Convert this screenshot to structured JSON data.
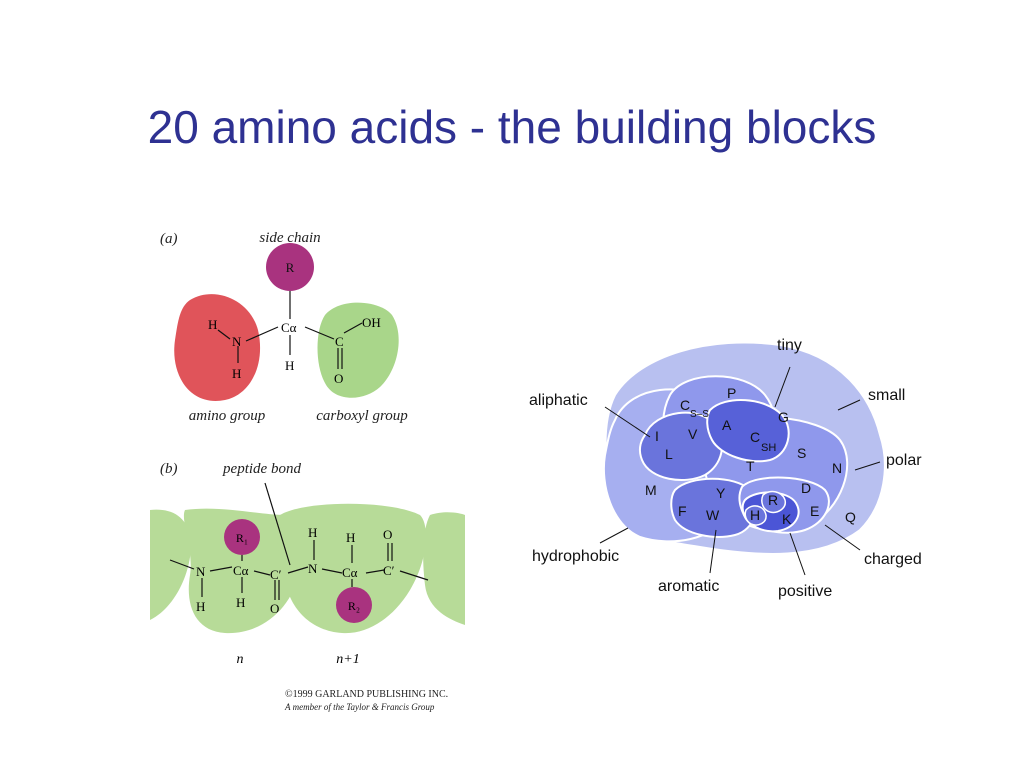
{
  "title": "20 amino acids - the building blocks",
  "panel_a": {
    "label": "(a)",
    "side_chain_label": "side chain",
    "side_chain_symbol": "R",
    "amino_group_label": "amino group",
    "carboxyl_group_label": "carboxyl group",
    "atoms": {
      "h_top": "H",
      "n": "N",
      "h_bottom": "H",
      "c_alpha": "Cα",
      "h_alpha": "H",
      "c_carboxyl": "C",
      "oh": "OH",
      "o": "O"
    }
  },
  "panel_b": {
    "label": "(b)",
    "peptide_bond_label": "peptide bond",
    "r1": "R₁",
    "r2": "R₂",
    "residue_n": "n",
    "residue_n1": "n+1",
    "atoms": {
      "n1": "N",
      "h_n1": "H",
      "ca1": "Cα",
      "h_ca1": "H",
      "c1": "C′",
      "o1": "O",
      "n2": "N",
      "h_n2": "H",
      "ca2": "Cα",
      "h_ca2": "H",
      "c2": "C′",
      "o2": "O"
    }
  },
  "copyright_line1": "©1999 GARLAND PUBLISHING INC.",
  "copyright_line2": "A member of the Taylor & Francis Group",
  "venn": {
    "labels": {
      "tiny": "tiny",
      "small": "small",
      "polar": "polar",
      "charged": "charged",
      "positive": "positive",
      "aromatic": "aromatic",
      "hydrophobic": "hydrophobic",
      "aliphatic": "aliphatic"
    },
    "amino_acids": {
      "P": "P",
      "C_ss": "C",
      "ss": "S–S",
      "G": "G",
      "A": "A",
      "C_sh": "C",
      "sh": "SH",
      "S": "S",
      "T": "T",
      "I": "I",
      "V": "V",
      "L": "L",
      "M": "M",
      "N": "N",
      "D": "D",
      "E": "E",
      "Q": "Q",
      "F": "F",
      "Y": "Y",
      "W": "W",
      "H": "H",
      "R": "R",
      "K": "K"
    },
    "colors": {
      "outer": "#b8c0f0",
      "mid": "#9ea8ec",
      "dark": "#6a74dc",
      "darkest": "#4b55d6",
      "stroke": "#ffffff"
    }
  }
}
